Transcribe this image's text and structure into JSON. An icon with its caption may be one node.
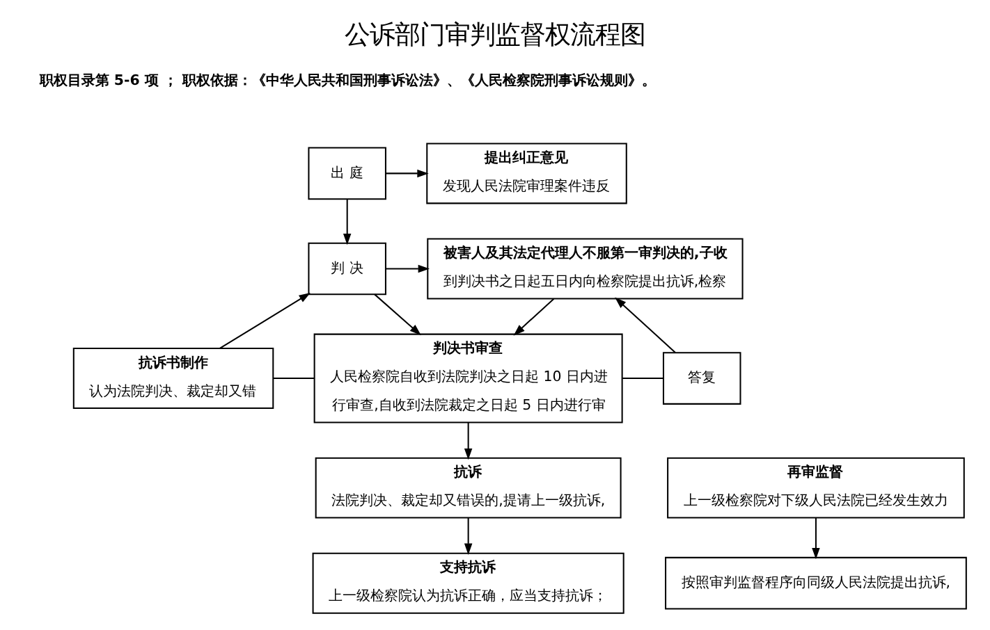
{
  "diagram": {
    "title": "公诉部门审判监督权流程图",
    "nodes": [
      {
        "text": [
          "出 庭"
        ]
      },
      {
        "text": [
          "提出纠正意见",
          "发现人民法院审理案件违反"
        ]
      },
      {
        "text": [
          "判 决"
        ]
      },
      {
        "text": [
          "被害人及其法定代理人不服第一审判决的,子收",
          "到判决书之日起五日内向检察院提出抗诉,检察"
        ]
      },
      {
        "text": [
          "抗诉书制作",
          "认为法院判决、裁定却又错"
        ]
      },
      {
        "text": [
          "判决书审查",
          "人民检察院自收到法院判决之日起 10 日内进",
          "行审查,自收到法院裁定之日起 5 日内进行审"
        ]
      },
      {
        "text": [
          "答复"
        ]
      },
      {
        "text": [
          "抗诉",
          "法院判决、裁定却又错误的,提请上一级抗诉,"
        ]
      },
      {
        "text": [
          "再审监督",
          "上一级检察院对下级人民法院已经发生效力"
        ]
      },
      {
        "text": [
          "支持抗诉",
          "上一级检察院认为抗诉正确，应当支持抗诉；"
        ]
      },
      {
        "text": [
          "按照审判监督程序向同级人民法院提出抗诉,"
        ]
      }
    ],
    "edges": [
      {
        "from": 0,
        "to": 1,
        "arrow": "to"
      },
      {
        "from": 0,
        "to": 2,
        "arrow": "to"
      },
      {
        "from": 2,
        "to": 3,
        "arrow": "to"
      },
      {
        "from": 2,
        "to": 5,
        "arrow": "to"
      },
      {
        "from": 4,
        "to": 2,
        "arrow": "to"
      },
      {
        "from": 3,
        "to": 5,
        "arrow": "to"
      },
      {
        "from": 6,
        "to": 3,
        "arrow": "to"
      },
      {
        "from": 4,
        "to": 5,
        "arrow": "none"
      },
      {
        "from": 5,
        "to": 6,
        "arrow": "none"
      },
      {
        "from": 5,
        "to": 7,
        "arrow": "to"
      },
      {
        "from": 7,
        "to": 9,
        "arrow": "to"
      },
      {
        "from": 8,
        "to": 10,
        "arrow": "to"
      }
    ],
    "labels": [
      "职权目录第 5-6 项 ； 职权依据：《中华人民共和国刑事诉讼法》、《人民检察院刑事诉讼规则》。"
    ]
  }
}
